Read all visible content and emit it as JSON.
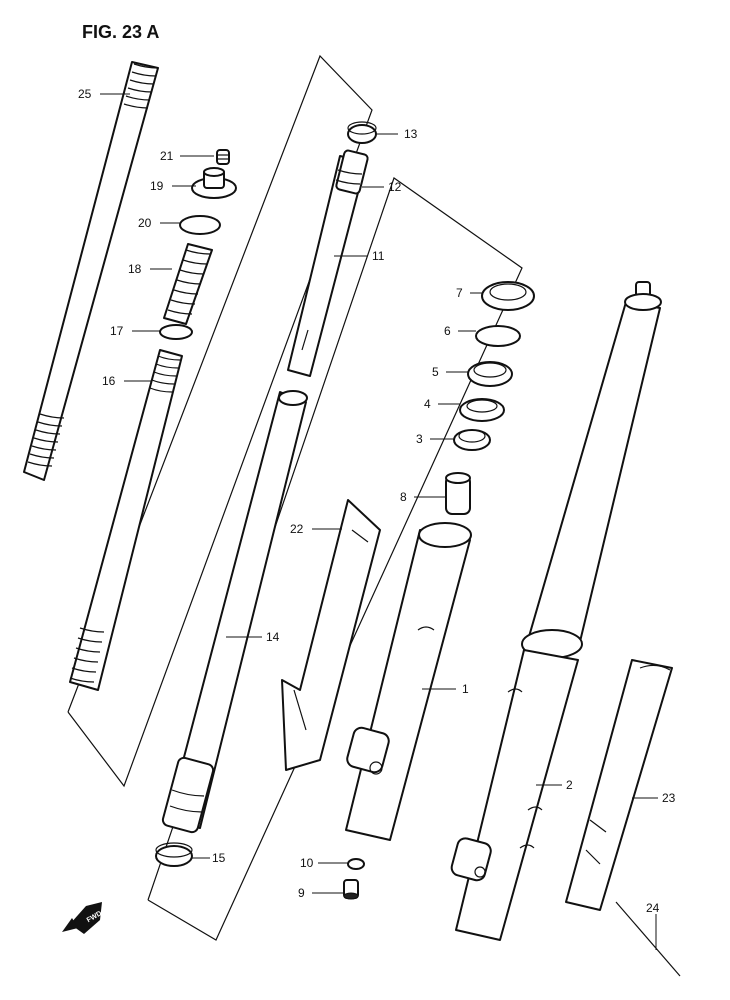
{
  "figure": {
    "title": "FIG. 23 A"
  },
  "callouts": [
    "1",
    "2",
    "3",
    "4",
    "5",
    "6",
    "7",
    "8",
    "9",
    "10",
    "11",
    "12",
    "13",
    "14",
    "15",
    "16",
    "17",
    "18",
    "19",
    "20",
    "21",
    "22",
    "23",
    "24",
    "25"
  ],
  "forward_arrow": {
    "label": "FWD"
  },
  "colors": {
    "ink": "#111111",
    "paper": "#ffffff"
  }
}
